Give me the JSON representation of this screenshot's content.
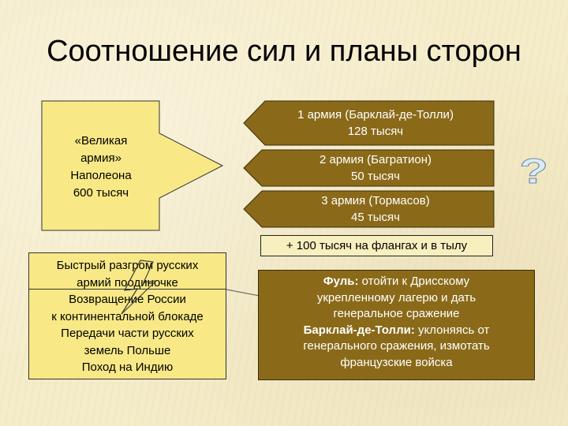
{
  "title": "Соотношение сил и планы сторон",
  "napoleon_army": {
    "lines": [
      "«Великая",
      "армия»",
      "Наполеона",
      "600 тысяч"
    ]
  },
  "russian_armies": [
    {
      "line1": "1 армия (Барклай-де-Толли)",
      "line2": "128 тысяч"
    },
    {
      "line1": "2 армия (Багратион)",
      "line2": "50 тысяч"
    },
    {
      "line1": "3 армия (Тормасов)",
      "line2": "45 тысяч"
    }
  ],
  "flanks_note": "+ 100 тысяч на флангах и в тылу",
  "question_mark": "?",
  "napoleon_plans": [
    "Быстрый разгром русских",
    "армий поодиночке",
    "Возвращение России",
    "к континентальной блокаде",
    "Передачи части русских",
    "земель Польше",
    "Поход на Индию"
  ],
  "russian_plans": {
    "full_name": "Фуль:",
    "full_text_1": " отойти к Дрисскому",
    "full_text_2": "укрепленному лагерю и дать",
    "full_text_3": "генеральное сражение",
    "barclay_name": "Барклай-де-Толли:",
    "barclay_text_1": " уклоняясь от",
    "barclay_text_2": "генерального сражения, измотать",
    "barclay_text_3": "французские войска"
  },
  "colors": {
    "background": "#f5ecc9",
    "army_box": "#8a6a19",
    "napoleon_box": "#f9e986",
    "question_mark": "#d9ecf9"
  }
}
